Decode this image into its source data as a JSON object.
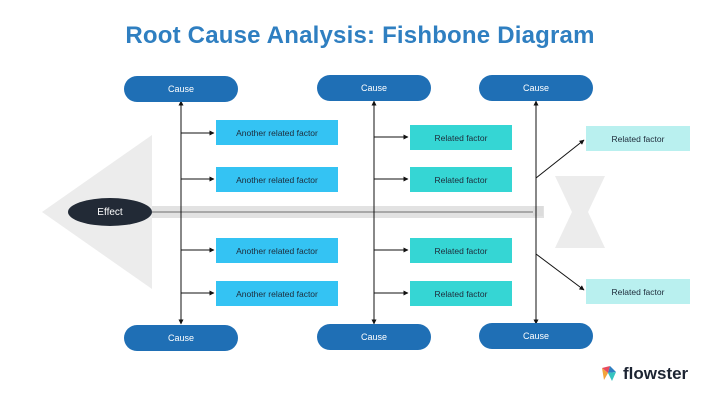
{
  "title": "Root Cause Analysis: Fishbone Diagram",
  "effect": "Effect",
  "causes_top": [
    "Cause",
    "Cause",
    "Cause"
  ],
  "causes_bottom": [
    "Cause",
    "Cause",
    "Cause"
  ],
  "factors": {
    "col1_top": [
      "Another related factor",
      "Another related factor"
    ],
    "col1_bottom": [
      "Another related factor",
      "Another related factor"
    ],
    "col2_top": [
      "Related factor",
      "Related factor"
    ],
    "col2_bottom": [
      "Related factor",
      "Related factor"
    ],
    "col3_top": [
      "Related factor"
    ],
    "col3_bottom": [
      "Related factor"
    ]
  },
  "brand": {
    "name": "flowster"
  },
  "colors": {
    "title": "#2f7fc1",
    "cause": "#1f6fb5",
    "factor_blue": "#34c3f3",
    "factor_teal": "#35d6d4",
    "factor_pale": "#b9f0ef",
    "effect": "#222a36",
    "fish_shape": "#ececec"
  }
}
